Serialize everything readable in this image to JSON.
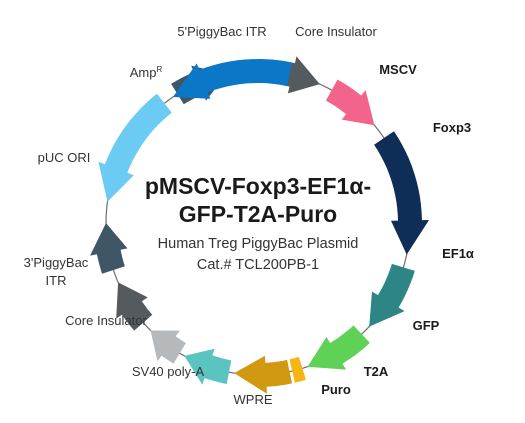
{
  "plasmid": {
    "title_line1": "pMSCV-Foxp3-EF1α-",
    "title_line2": "GFP-T2A-Puro",
    "subtitle": "Human Treg PiggyBac Plasmid",
    "catalog": "Cat.# TCL200PB-1"
  },
  "features": [
    {
      "id": "piggybac-5-itr",
      "label": "5'PiggyBac ITR",
      "color": "#3f5666",
      "bold": false
    },
    {
      "id": "core-insulator-top",
      "label": "Core Insulator",
      "color": "#555a5e",
      "bold": false
    },
    {
      "id": "mscv",
      "label": "MSCV",
      "color": "#f2648c",
      "bold": true
    },
    {
      "id": "foxp3",
      "label": "Foxp3",
      "color": "#0f2e57",
      "bold": true
    },
    {
      "id": "ef1a",
      "label": "EF1α",
      "color": "#2e8585",
      "bold": true
    },
    {
      "id": "gfp",
      "label": "GFP",
      "color": "#5fd157",
      "bold": true
    },
    {
      "id": "t2a",
      "label": "T2A",
      "color": "#f5b513",
      "bold": true
    },
    {
      "id": "puro",
      "label": "Puro",
      "color": "#d19912",
      "bold": true
    },
    {
      "id": "wpre",
      "label": "WPRE",
      "color": "#5cc4c0",
      "bold": false
    },
    {
      "id": "sv40-polya",
      "label": "SV40 poly-A",
      "color": "#b5b9bc",
      "bold": false
    },
    {
      "id": "core-insulator-bottom",
      "label": "Core Insulator",
      "color": "#555a5e",
      "bold": false
    },
    {
      "id": "piggybac-3-itr",
      "label_line1": "3'PiggyBac",
      "label_line2": "ITR",
      "color": "#3f5666",
      "bold": false
    },
    {
      "id": "puc-ori",
      "label": "pUC ORI",
      "color": "#6ccbf2",
      "bold": false
    },
    {
      "id": "ampr",
      "label": "Amp",
      "label_sup": "R",
      "color": "#0a78c6",
      "bold": false
    }
  ]
}
